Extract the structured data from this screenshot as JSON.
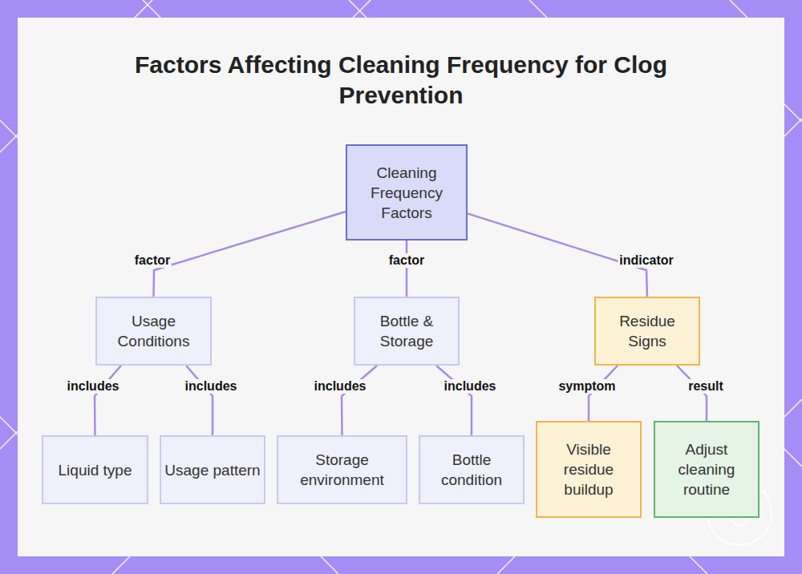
{
  "diagram": {
    "title": "Factors Affecting Cleaning Frequency for Clog Prevention",
    "nodes": [
      {
        "text": [
          "Cleaning Frequency Factors"
        ]
      },
      {
        "text": [
          "Usage Conditions"
        ]
      },
      {
        "text": [
          "Bottle & Storage"
        ]
      },
      {
        "text": [
          "Residue Signs"
        ]
      },
      {
        "text": [
          "Liquid type"
        ]
      },
      {
        "text": [
          "Usage pattern"
        ]
      },
      {
        "text": [
          "Storage environment"
        ]
      },
      {
        "text": [
          "Bottle condition"
        ]
      },
      {
        "text": [
          "Visible residue buildup"
        ]
      },
      {
        "text": [
          "Adjust cleaning routine"
        ]
      }
    ],
    "edges": [
      {
        "from": 0,
        "to": 1,
        "arrow": "none",
        "label": "factor"
      },
      {
        "from": 0,
        "to": 2,
        "arrow": "none",
        "label": "factor"
      },
      {
        "from": 0,
        "to": 3,
        "arrow": "none",
        "label": "indicator"
      },
      {
        "from": 1,
        "to": 4,
        "arrow": "none",
        "label": "includes"
      },
      {
        "from": 1,
        "to": 5,
        "arrow": "none",
        "label": "includes"
      },
      {
        "from": 2,
        "to": 6,
        "arrow": "none",
        "label": "includes"
      },
      {
        "from": 2,
        "to": 7,
        "arrow": "none",
        "label": "includes"
      },
      {
        "from": 3,
        "to": 8,
        "arrow": "none",
        "label": "symptom"
      },
      {
        "from": 3,
        "to": 9,
        "arrow": "none",
        "label": "result"
      }
    ]
  }
}
